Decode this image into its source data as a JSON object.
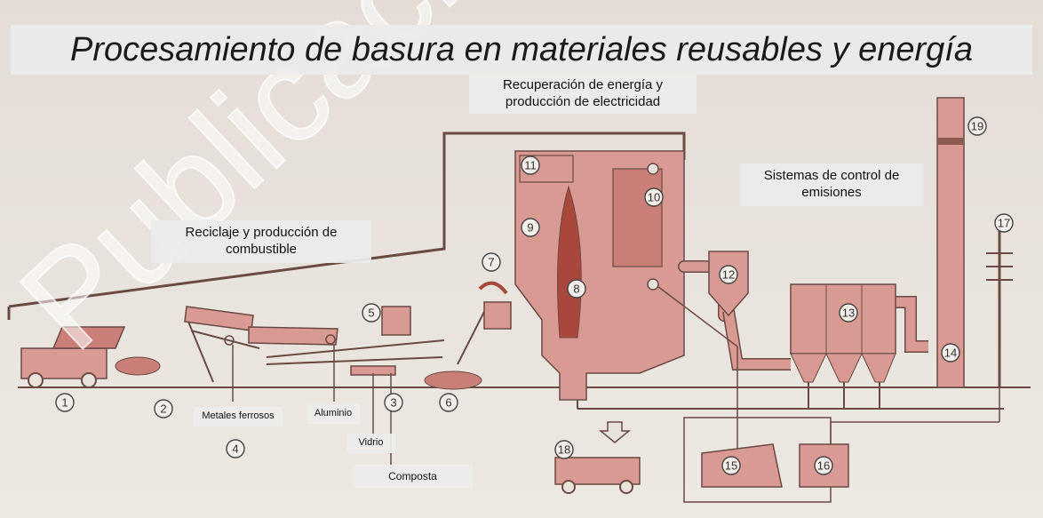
{
  "title": "Procesamiento de basura en materiales reusables y energía",
  "sections": {
    "energy_recovery": "Recuperación de energía y producción de electricidad",
    "emission_control": "Sistemas de control de emisiones",
    "recycling": "Reciclaje y producción de combustible"
  },
  "materials": {
    "ferrous_metals": "Metales ferrosos",
    "aluminum": "Aluminio",
    "glass": "Vidrio",
    "compost": "Composta"
  },
  "step_numbers": [
    "1",
    "2",
    "3",
    "4",
    "5",
    "6",
    "7",
    "8",
    "9",
    "10",
    "11",
    "12",
    "13",
    "14",
    "15",
    "16",
    "17",
    "18",
    "19"
  ],
  "watermark": "Publicación",
  "colors": {
    "equipment": "#d89a93",
    "outline": "#6b4a44",
    "background": "#e9e3dd",
    "furnace": "#a8473c"
  }
}
